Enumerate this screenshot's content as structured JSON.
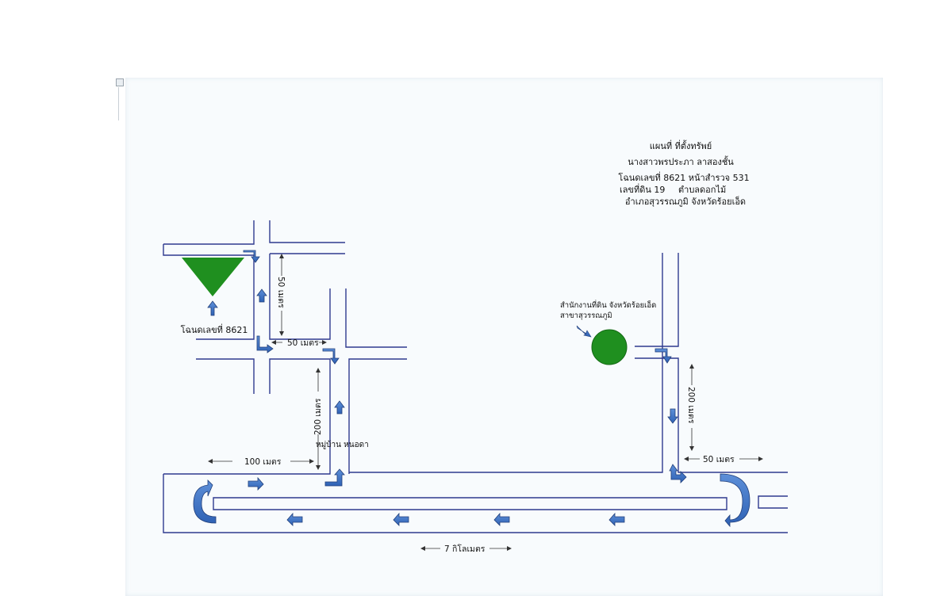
{
  "header": {
    "line1": "แผนที่ ที่ตั้งทรัพย์",
    "line2": "นางสาวพรประภา ลาสองชั้น",
    "line3": "โฉนดเลขที่ 8621 หน้าสำรวจ 531",
    "line4a": "เลขที่ดิน 19",
    "line4b": "ตำบลดอกไม้",
    "line5": "อำเภอสุวรรณภูมิ จังหวัดร้อยเอ็ด"
  },
  "map": {
    "property_label": "โฉนดเลขที่ 8621",
    "office_label_line1": "สำนักงานที่ดิน จังหวัดร้อยเอ็ด",
    "office_label_line2": "สาขาสุวรรณภูมิ",
    "village_label": "หมู่บ้าน หนอดา",
    "dist_50_vertical": "50 เมตร",
    "dist_50_horizontal": "50 เมตร",
    "dist_200_left": "200 เมตร",
    "dist_100": "100 เมตร",
    "dist_200_right": "200 เมตร",
    "dist_50_right": "50 เมตร",
    "dist_7km": "7 กิโลเมตร"
  },
  "colors": {
    "road": "#2f3a8f",
    "arrow": "#3b6fc4",
    "marker": "#1f8f1f"
  }
}
